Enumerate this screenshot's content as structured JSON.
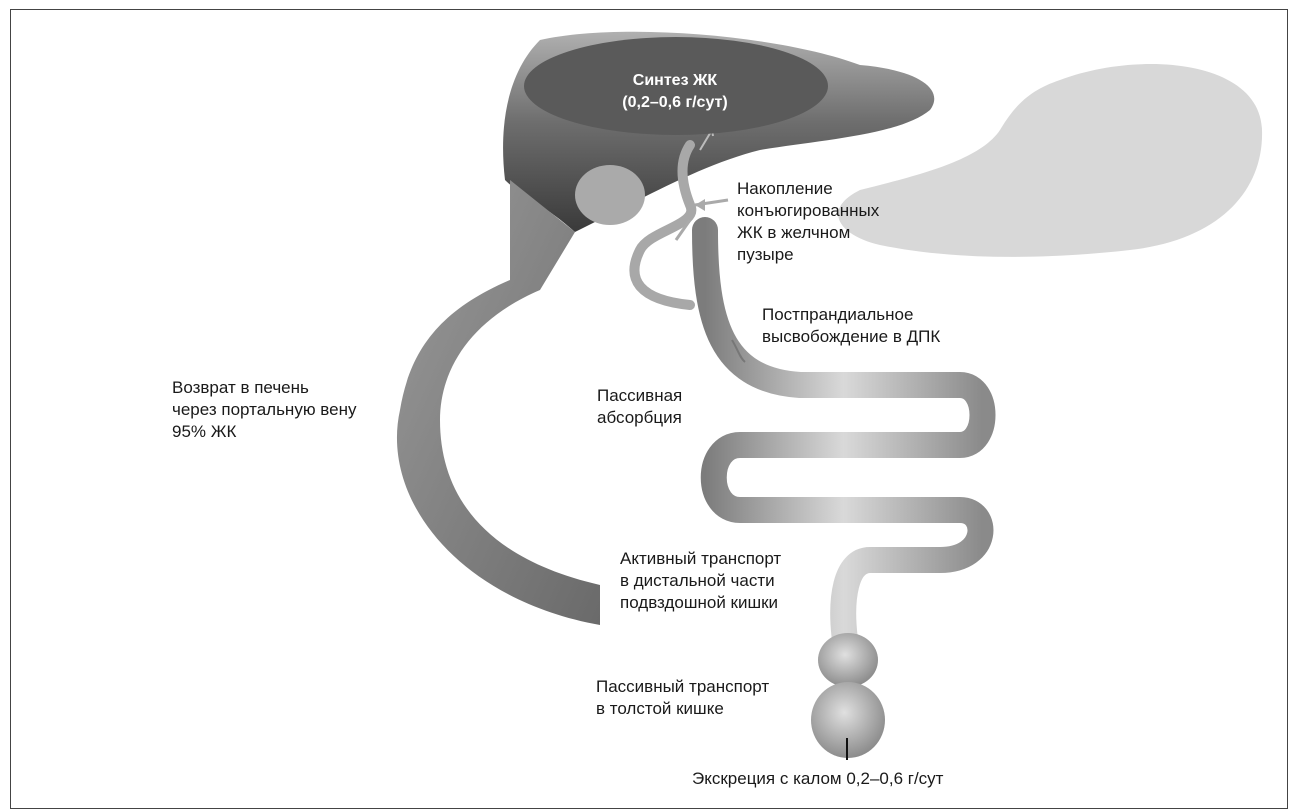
{
  "diagram": {
    "synthesis_label": "Синтез ЖК\n(0,2–0,6 г/сут)",
    "labels": {
      "gallbladder": "Накопление\nконъюгированных\nЖК в желчном\nпузыре",
      "release": "Постпрандиальное\nвысвобождение в ДПК",
      "passive_absorption": "Пассивная\nабсорбция",
      "portal_return": "Возврат в печень\nчерез портальную вену\n95% ЖК",
      "active_transport": "Активный транспорт\nв дистальной части\nподвздошной кишки",
      "colon_transport": "Пассивный транспорт\nв толстой кишке",
      "excretion": "Экскреция с калом 0,2–0,6 г/сут"
    }
  },
  "colors": {
    "organ_dark": "#5a5a5a",
    "organ_mid": "#9a9a9a",
    "organ_light": "#cfcfcf",
    "stomach": "#d8d8d8",
    "arrow": "#8a8a8a",
    "label_text": "#1a1a1a"
  }
}
